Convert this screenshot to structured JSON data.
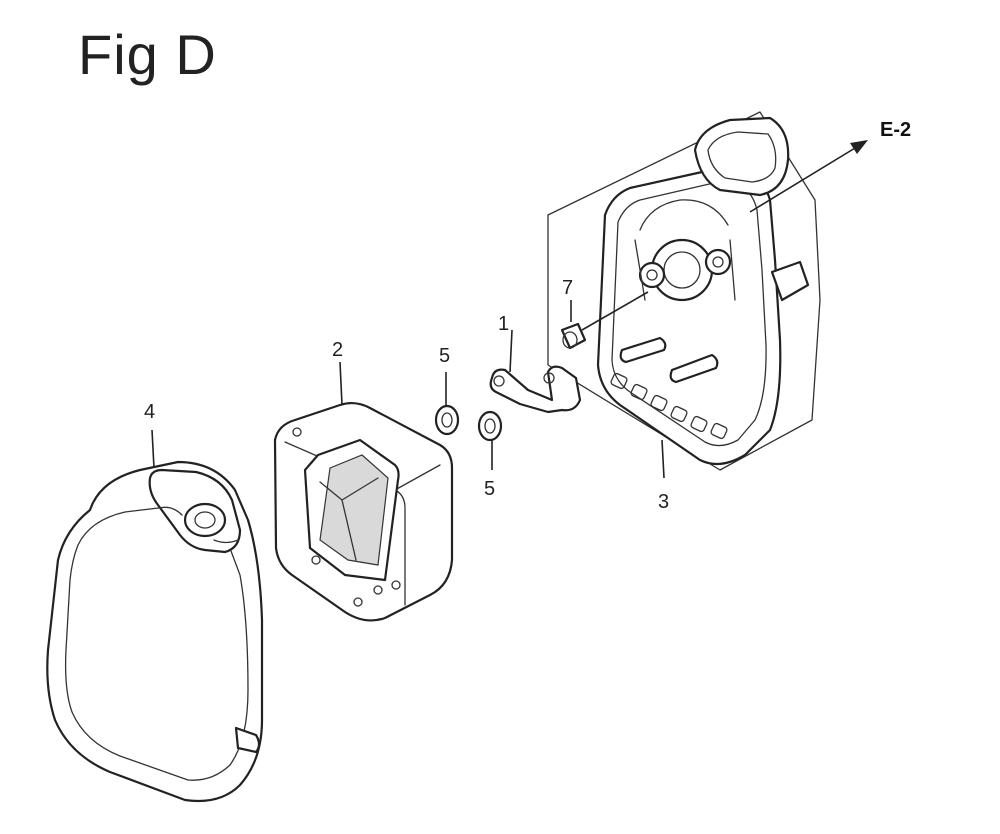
{
  "title": "Fig D",
  "reference": "E-2",
  "callouts": {
    "part_1": "1",
    "part_2": "2",
    "part_3": "3",
    "part_4": "4",
    "part_5a": "5",
    "part_5b": "5",
    "part_7": "7"
  }
}
